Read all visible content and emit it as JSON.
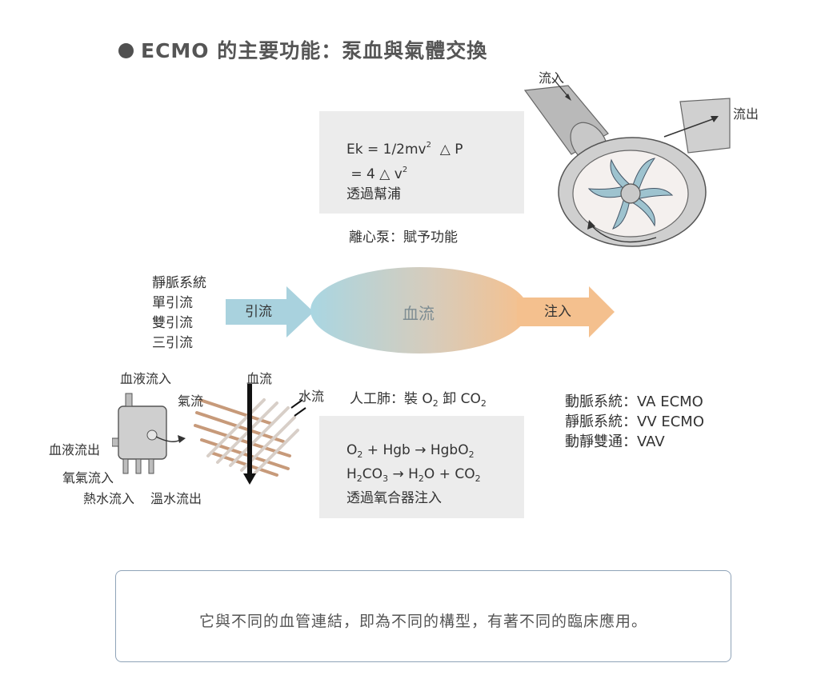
{
  "title": "ECMO 的主要功能：泵血與氣體交換",
  "pump_box": {
    "line1": "Ek = 1/2mv",
    "line1_sup": "2",
    "line1_tail": "  △ P",
    "line2": " = 4 △ v",
    "line2_sup": "2",
    "line3": "透過幫浦"
  },
  "pump_caption": "離心泵：賦予功能",
  "pump_labels": {
    "inflow": "流入",
    "outflow": "流出"
  },
  "venous_list": [
    "靜脈系統",
    "單引流",
    "雙引流",
    "三引流"
  ],
  "flow": {
    "drain": "引流",
    "blood": "血流",
    "infuse": "注入"
  },
  "lung_caption": {
    "text": "人工肺：裝 O",
    "sub1": "2",
    "mid": " 卸 CO",
    "sub2": "2"
  },
  "gas_box": {
    "line1": [
      "O",
      "2",
      " + Hgb → HgbO",
      "2"
    ],
    "line2": [
      "H",
      "2",
      "CO",
      "3",
      " → H",
      "2",
      "O + CO",
      "2"
    ],
    "line3": "透過氧合器注入"
  },
  "config_list": [
    "動脈系統：VA ECMO",
    "靜脈系統：VV ECMO",
    "動靜雙通：VAV"
  ],
  "oxygenator_labels": {
    "blood_in": "血液流入",
    "blood_flow": "血流",
    "gas_flow": "氣流",
    "water_flow": "水流",
    "blood_out": "血液流出",
    "oxygen_in": "氧氣流入",
    "hot_water_in": "熱水流入",
    "warm_water_out": "溫水流出"
  },
  "footer": "它與不同的血管連結，即為不同的構型，有著不同的臨床應用。",
  "colors": {
    "arrow_left": "#a9d2de",
    "arrow_right": "#f4c08e",
    "ellipse_left": "#a9d6e2",
    "ellipse_right": "#f6c08d",
    "box": "#ececec",
    "border": "#8fa3b8"
  }
}
